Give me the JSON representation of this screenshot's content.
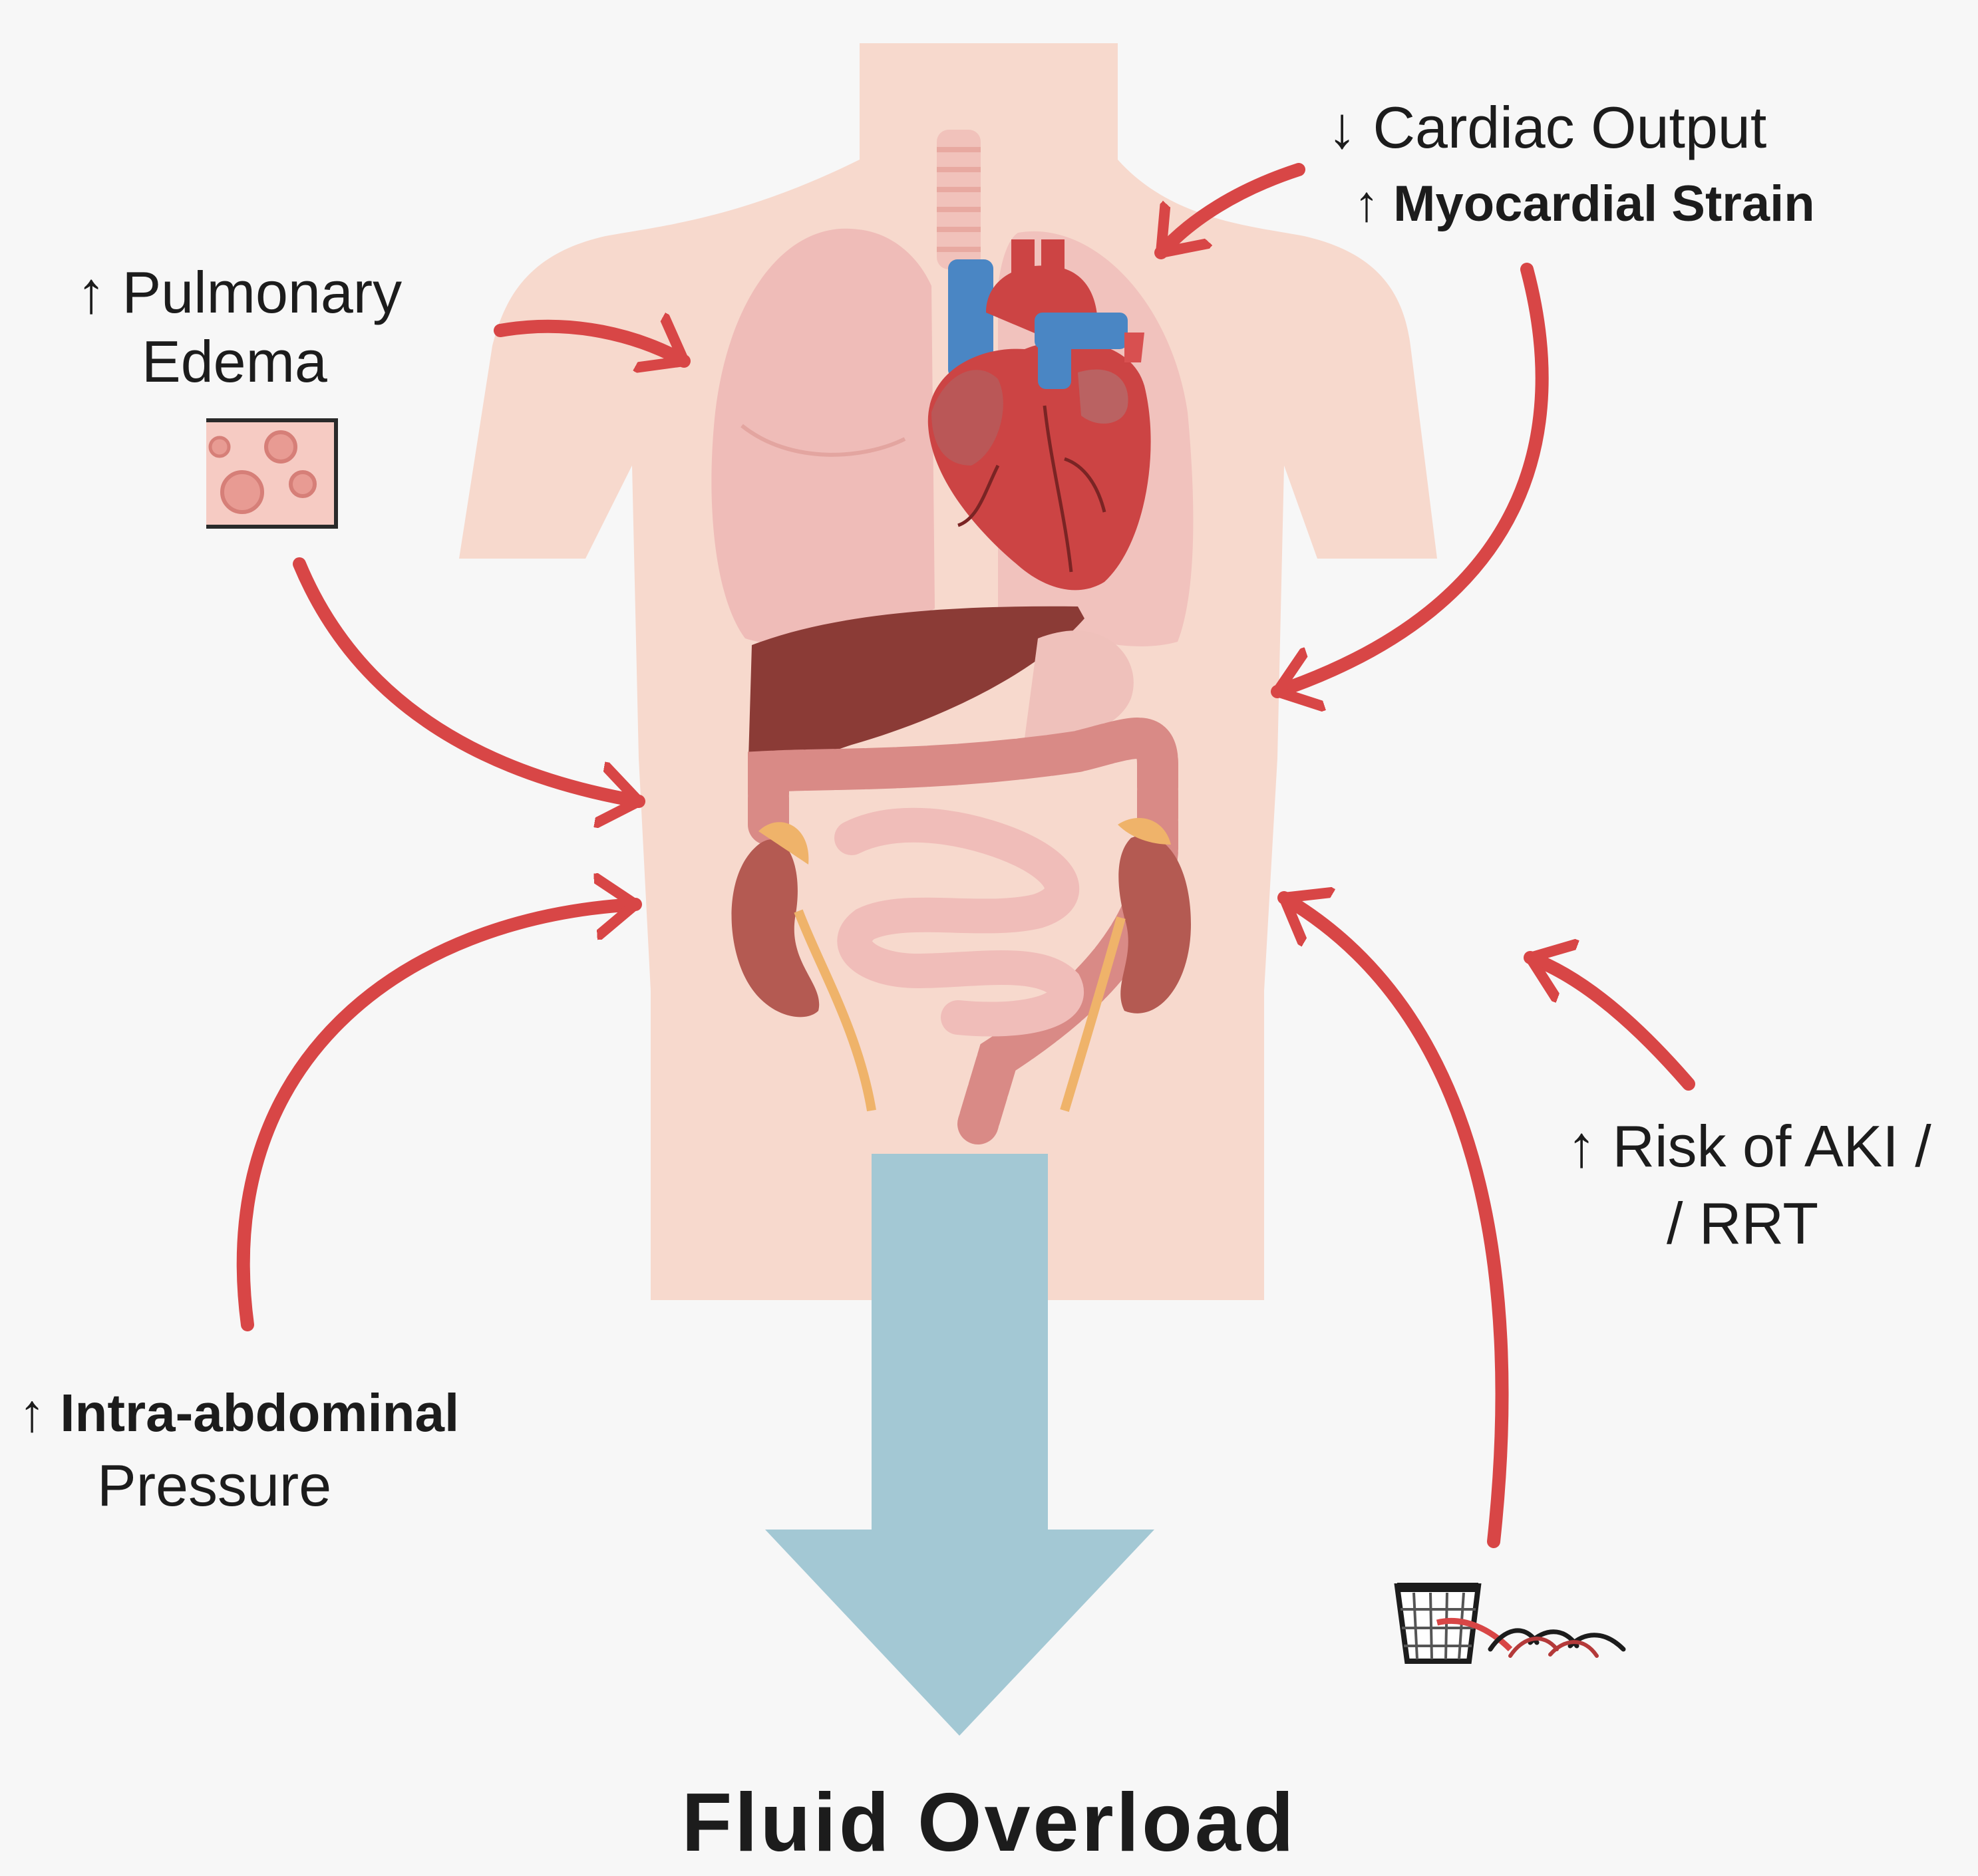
{
  "labels": {
    "pulmonary_line1": "↑ Pulmonary",
    "pulmonary_line2": "Edema",
    "cardiac_output": "↓ Cardiac Output",
    "myocardial_strain": "↑ Myocardial Strain",
    "intra_abdominal_line1": "↑ Intra-abdominal",
    "intra_abdominal_line2": "Pressure",
    "aki_line1": "↑ Risk of AKI /",
    "aki_line2": "/ RRT"
  },
  "title": "Fluid Overload",
  "icons": {
    "edema_tissue": "edema-tissue-icon",
    "dialysis_filter": "dialysis-filter-icon"
  },
  "colors": {
    "arrow_red": "#d84646",
    "big_arrow_blue": "#a3c8d4",
    "body_skin": "#f7d9cd",
    "heart_red": "#cc4444",
    "vein_blue": "#4a86c4",
    "liver": "#8b3b36",
    "kidney": "#b45a52",
    "lung": "#efbcb8"
  }
}
